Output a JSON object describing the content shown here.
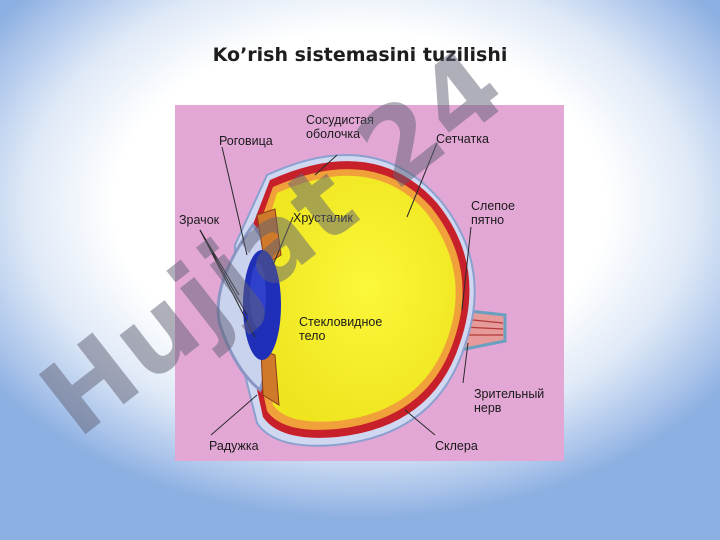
{
  "slide": {
    "title": "Ko’rish sistemasini tuzilishi"
  },
  "diagram": {
    "labels": {
      "cornea": "Роговица",
      "choroid": "Сосудистая\nоболочка",
      "retina": "Сетчатка",
      "pupil": "Зрачок",
      "lens": "Хрусталик",
      "blind_spot": "Слепое\nпятно",
      "vitreous": "Стекловидное\nтело",
      "optic_nerve": "Зрительный\nнерв",
      "iris": "Радужка",
      "sclera": "Склера"
    },
    "colors": {
      "background": "#e3a7d6",
      "vitreous_body": "#f4f02a",
      "sclera_band": "#c8202a",
      "lens": "#1f2fb8",
      "cornea": "#c9d3ee"
    }
  },
  "watermark": {
    "text": "Hujjat 24"
  }
}
